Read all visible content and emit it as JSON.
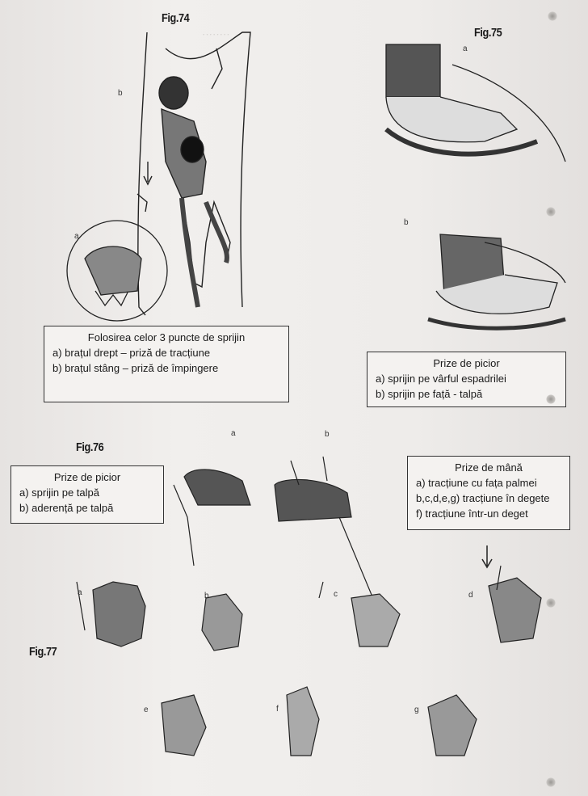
{
  "figures": {
    "fig74": {
      "label": "Fig.74",
      "sub_a": "a",
      "sub_b": "b"
    },
    "fig75": {
      "label": "Fig.75",
      "sub_a": "a",
      "sub_b": "b"
    },
    "fig76": {
      "label": "Fig.76",
      "sub_a": "a",
      "sub_b": "b"
    },
    "fig77": {
      "label": "Fig.77",
      "subs": [
        "a",
        "b",
        "c",
        "d",
        "e",
        "f",
        "g"
      ]
    }
  },
  "captions": {
    "three_points": {
      "title": "Folosirea celor  3 puncte de sprijin",
      "items": [
        "a)   brațul drept – priză de tracțiune",
        "b)   brațul stâng – priză de împingere"
      ]
    },
    "foot_holds_75": {
      "title": "Prize de picior",
      "items": [
        "a)   sprijin pe vârful espadrilei",
        "b)   sprijin pe față - talpă"
      ]
    },
    "foot_holds_76": {
      "title": "Prize de picior",
      "items": [
        "a)   sprijin pe talpă",
        "b)   aderență pe talpă"
      ]
    },
    "hand_holds_77": {
      "title": "Prize de mână",
      "items": [
        "a) tracțiune cu fața palmei",
        "b,c,d,e,g) tracțiune în degete",
        "f) tracțiune într-un deget"
      ]
    }
  }
}
